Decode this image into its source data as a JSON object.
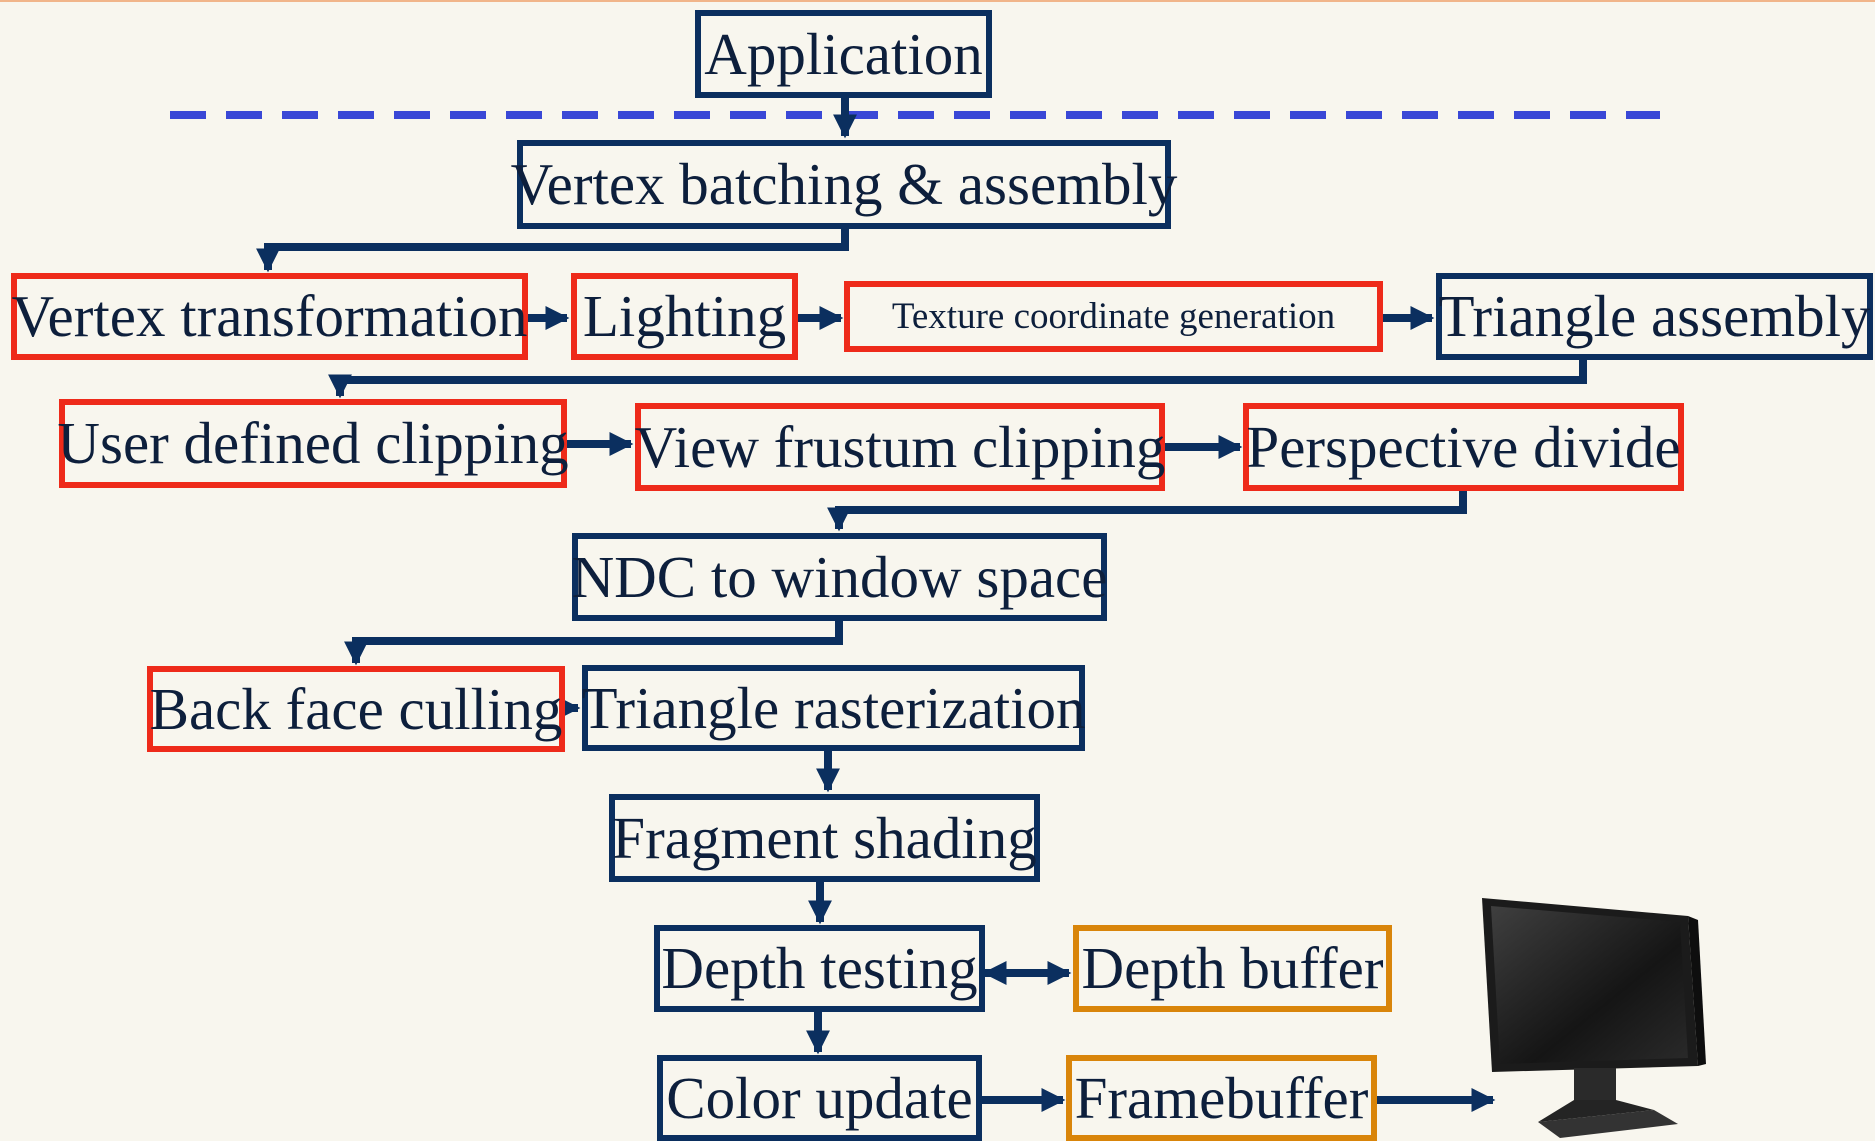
{
  "stages": {
    "application": "Application",
    "vertex_batching": "Vertex batching & assembly",
    "vertex_transformation": "Vertex transformation",
    "lighting": "Lighting",
    "texture_coordinate_generation": "Texture coordinate generation",
    "triangle_assembly": "Triangle assembly",
    "user_defined_clipping": "User defined clipping",
    "view_frustum_clipping": "View frustum clipping",
    "perspective_divide": "Perspective divide",
    "ndc_to_window": "NDC to window space",
    "back_face_culling": "Back face culling",
    "triangle_rasterization": "Triangle rasterization",
    "fragment_shading": "Fragment shading",
    "depth_testing": "Depth testing",
    "depth_buffer": "Depth buffer",
    "color_update": "Color update",
    "framebuffer": "Framebuffer"
  },
  "colors": {
    "navy": "#0b2f5f",
    "red": "#ee2a1a",
    "orange": "#d9850a",
    "dashed_line": "#3a48d6"
  },
  "icons": {
    "display": "monitor-icon"
  }
}
